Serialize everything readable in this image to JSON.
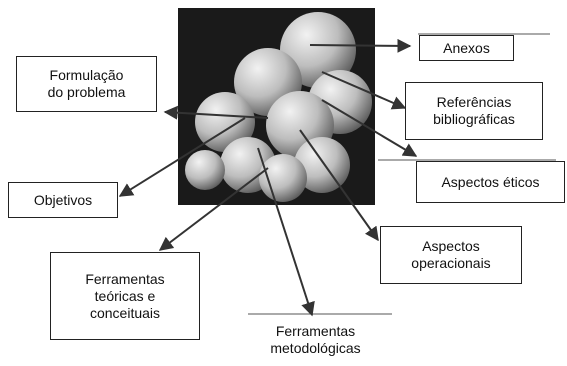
{
  "diagram": {
    "labels": {
      "anexos": "Anexos",
      "formulacao": "Formulação\ndo problema",
      "referencias": "Referências\nbibliográficas",
      "aspectos_eticos": "Aspectos éticos",
      "objetivos": "Objetivos",
      "aspectos_operacionais": "Aspectos\noperacionais",
      "ferramentas_teoricas": "Ferramentas\nteóricas e\nconceituais",
      "ferramentas_metodologicas": "Ferramentas\nmetodológicas"
    },
    "colors": {
      "line": "#333333",
      "image_frame": "#1a1a1a",
      "cells": "#c9c9c9"
    }
  }
}
